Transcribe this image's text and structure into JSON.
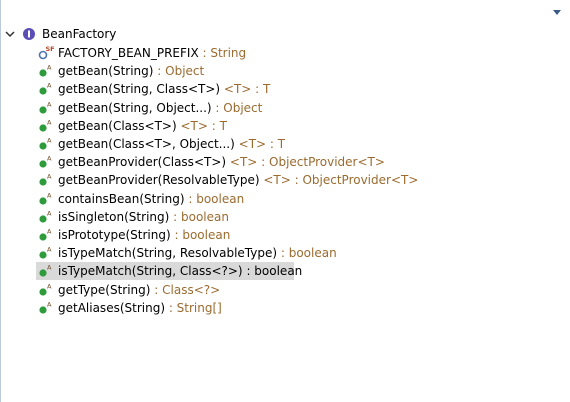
{
  "colors": {
    "selection": "#d9d9d9",
    "return_type": "#9b6b2f",
    "method_green": "#2e9c3a",
    "field_icon_blue": "#4e74b8",
    "interface_purple": "#5b4fb7"
  },
  "tree": {
    "root": {
      "label": "BeanFactory",
      "icon": "interface-icon",
      "expanded": true
    },
    "members": [
      {
        "icon": "static-final-field-icon",
        "overlay": "SF",
        "sig": "FACTORY_BEAN_PREFIX",
        "sep": " : ",
        "ret": "String",
        "selected": false
      },
      {
        "icon": "abstract-public-method-icon",
        "overlay": "A",
        "sig": "getBean(String)",
        "sep": " : ",
        "ret": "Object",
        "selected": false
      },
      {
        "icon": "abstract-public-method-icon",
        "overlay": "A",
        "sig": "getBean(String, Class<T>)",
        "sep": " ",
        "ret": "<T> : T",
        "selected": false
      },
      {
        "icon": "abstract-public-method-icon",
        "overlay": "A",
        "sig": "getBean(String, Object...)",
        "sep": " : ",
        "ret": "Object",
        "selected": false
      },
      {
        "icon": "abstract-public-method-icon",
        "overlay": "A",
        "sig": "getBean(Class<T>)",
        "sep": " ",
        "ret": "<T> : T",
        "selected": false
      },
      {
        "icon": "abstract-public-method-icon",
        "overlay": "A",
        "sig": "getBean(Class<T>, Object...)",
        "sep": " ",
        "ret": "<T> : T",
        "selected": false
      },
      {
        "icon": "abstract-public-method-icon",
        "overlay": "A",
        "sig": "getBeanProvider(Class<T>)",
        "sep": " ",
        "ret": "<T> : ObjectProvider<T>",
        "selected": false
      },
      {
        "icon": "abstract-public-method-icon",
        "overlay": "A",
        "sig": "getBeanProvider(ResolvableType)",
        "sep": " ",
        "ret": "<T> : ObjectProvider<T>",
        "selected": false
      },
      {
        "icon": "abstract-public-method-icon",
        "overlay": "A",
        "sig": "containsBean(String)",
        "sep": " : ",
        "ret": "boolean",
        "selected": false
      },
      {
        "icon": "abstract-public-method-icon",
        "overlay": "A",
        "sig": "isSingleton(String)",
        "sep": " : ",
        "ret": "boolean",
        "selected": false
      },
      {
        "icon": "abstract-public-method-icon",
        "overlay": "A",
        "sig": "isPrototype(String)",
        "sep": " : ",
        "ret": "boolean",
        "selected": false
      },
      {
        "icon": "abstract-public-method-icon",
        "overlay": "A",
        "sig": "isTypeMatch(String, ResolvableType)",
        "sep": " : ",
        "ret": "boolean",
        "selected": false
      },
      {
        "icon": "abstract-public-method-icon",
        "overlay": "A",
        "sig": "isTypeMatch(String, Class<?>)",
        "sep": " : ",
        "ret": "boolean",
        "selected": true
      },
      {
        "icon": "abstract-public-method-icon",
        "overlay": "A",
        "sig": "getType(String)",
        "sep": " : ",
        "ret": "Class<?>",
        "selected": false
      },
      {
        "icon": "abstract-public-method-icon",
        "overlay": "A",
        "sig": "getAliases(String)",
        "sep": " : ",
        "ret": "String[]",
        "selected": false
      }
    ]
  }
}
